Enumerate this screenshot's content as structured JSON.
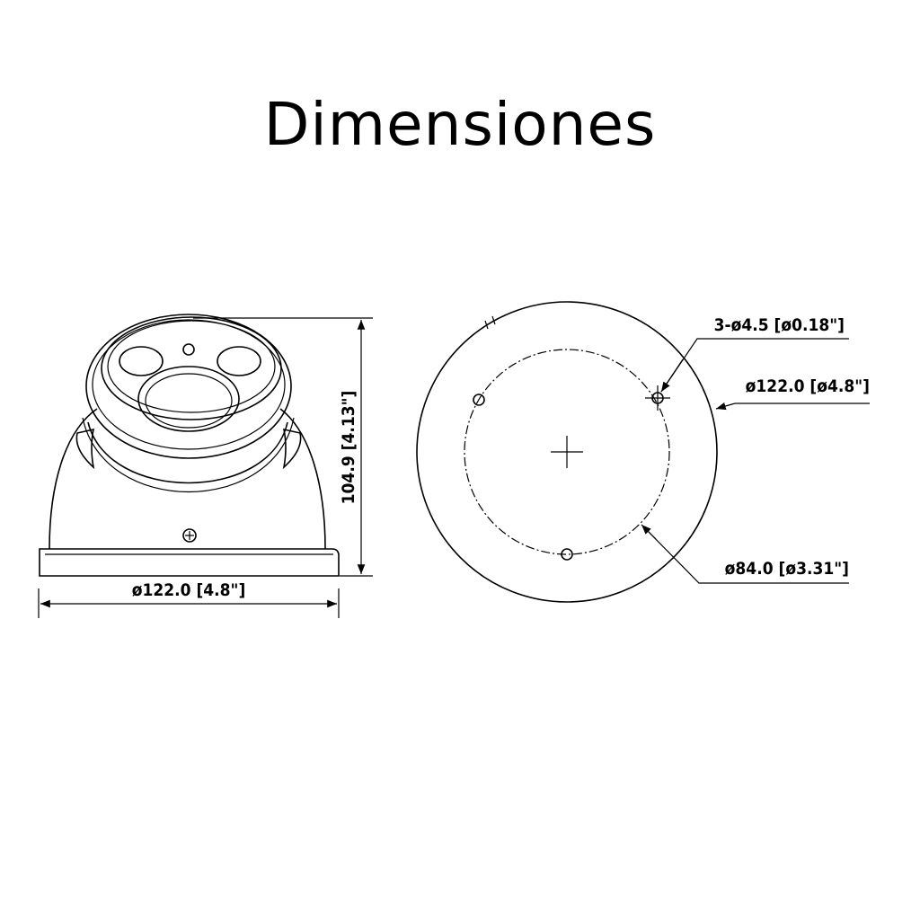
{
  "title": "Dimensiones",
  "side_view": {
    "width_label": "ø122.0 [4.8\"]",
    "height_label": "104.9 [4.13\"]"
  },
  "top_view": {
    "hole_label": "3-ø4.5 [ø0.18\"]",
    "outer_diameter_label": "ø122.0 [ø4.8\"]",
    "bolt_circle_label": "ø84.0 [ø3.31\"]"
  }
}
